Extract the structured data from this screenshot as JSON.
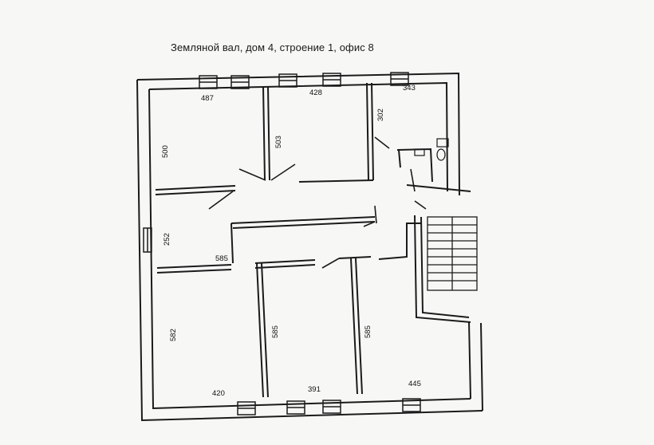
{
  "document": {
    "title": "Земляной вал, дом 4, строение 1, офис 8"
  },
  "plan": {
    "dimensions": {
      "room_top_left_width": "487",
      "room_top_mid_width": "428",
      "room_top_right_width": "343",
      "room_top_left_height": "500",
      "room_top_mid_height": "503",
      "room_top_right_height": "302",
      "corridor_height": "252",
      "corridor_width": "585",
      "room_bottom_left_height": "582",
      "room_bottom_mid_height": "585",
      "room_bottom_right_height": "585",
      "room_bottom_left_width": "420",
      "room_bottom_mid_width": "391",
      "room_bottom_right_width": "445"
    }
  }
}
